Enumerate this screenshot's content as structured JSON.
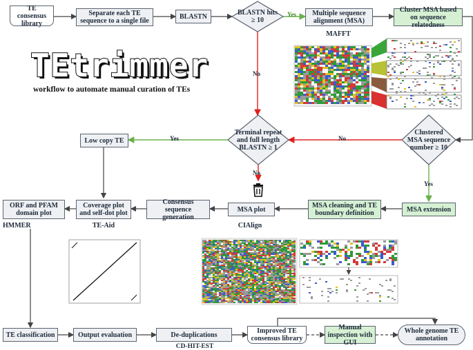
{
  "title": "TEtrimmer",
  "subtitle": "workflow to automate manual curation of TEs",
  "nodes": {
    "te_library": "TE consensus library",
    "separate": "Separate each TE sequence to a single file",
    "blastn": "BLASTN",
    "blastn_hits": "BLASTN hits ≥ 10",
    "msa": "Multiple sequence alignment (MSA)",
    "cluster": "Cluster MSA based on sequence relatedness",
    "terminal": "Terminal repeat and full length BLASTN ≥ 1",
    "clustered_num": "Clustered MSA sequence number ≥ 10",
    "low_copy": "Low copy TE",
    "orf": "ORF and PFAM domain plot",
    "coverage": "Coverage plot and self-dot plot",
    "consensus": "Consensus sequence generation",
    "msa_plot": "MSA plot",
    "msa_cleaning": "MSA cleaning and TE boundary definition",
    "msa_extension": "MSA extension",
    "te_class": "TE classification",
    "output_eval": "Output evaluation",
    "dedup": "De-duplications",
    "improved": "Improved TE consensus library",
    "manual": "Manual inspection with GUI",
    "whole_genome": "Whole genome TE annotation"
  },
  "tools": {
    "mafft": "MAFFT",
    "hmmer": "HMMER",
    "te_aid": "TE-Aid",
    "cialign": "CIAlign",
    "cdhit": "CD-HIT-EST"
  },
  "edges": {
    "yes_hits": "Yes",
    "no_hits": "No",
    "no_clustered": "No",
    "yes_terminal": "Yes",
    "no_terminal": "No",
    "yes_clustered": "Yes"
  },
  "icons": {
    "trash": "trash-icon"
  },
  "colors": {
    "yes_arrow": "#6ab04c",
    "no_arrow": "#e02020",
    "box_fill": "#eef0f3",
    "green_fill": "#d5f0d2",
    "cluster_1": "#3aa63a",
    "cluster_2": "#b7c234",
    "cluster_3": "#8a5a3c",
    "cluster_4": "#d93030"
  }
}
